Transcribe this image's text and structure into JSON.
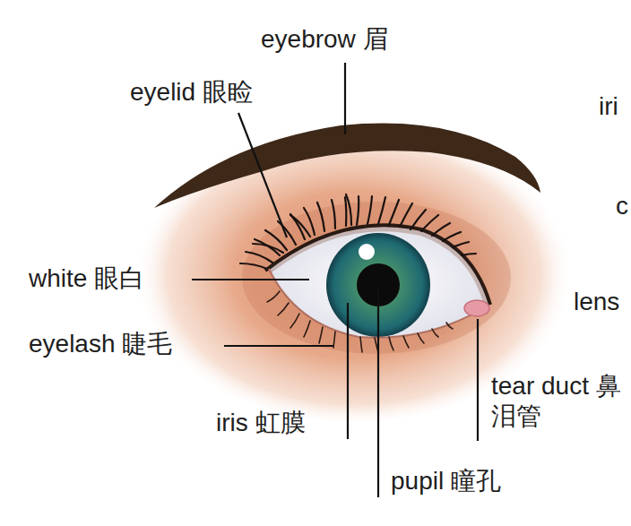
{
  "diagram": {
    "labels": [
      "eyebrow 眉",
      "eyelid 眼睑",
      "iri",
      "c",
      "lens",
      "white 眼白",
      "eyelash 睫毛",
      "tear duct 鼻泪管",
      "iris 虹膜",
      "pupil 瞳孔"
    ]
  }
}
